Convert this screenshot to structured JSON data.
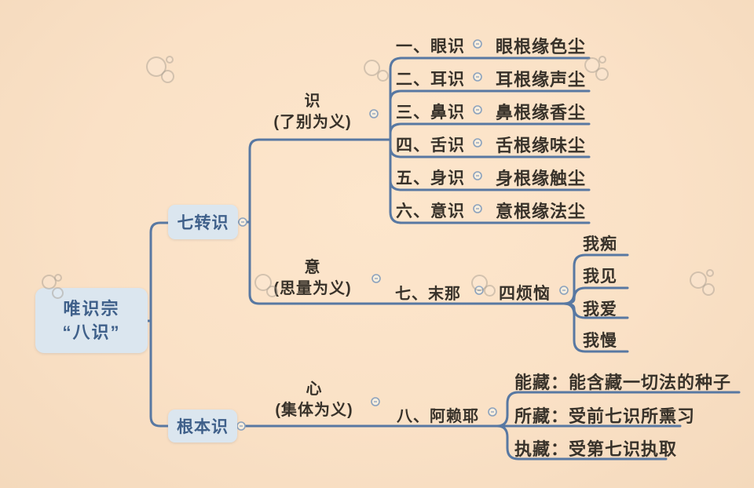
{
  "colors": {
    "background": "#fae1c6",
    "line": "#5878a2",
    "node_box_fill": "#dbe6ef",
    "node_box_text": "#3f608a",
    "text": "#38322a"
  },
  "root": {
    "line1": "唯识宗",
    "line2": "“八识”"
  },
  "branches": {
    "seven": {
      "label": "七转识"
    },
    "base": {
      "label": "根本识"
    }
  },
  "shi": {
    "name": "识",
    "gloss": "(了别为义)",
    "rows": [
      {
        "num": "一、眼识",
        "desc": "眼根缘色尘"
      },
      {
        "num": "二、耳识",
        "desc": "耳根缘声尘"
      },
      {
        "num": "三、鼻识",
        "desc": "鼻根缘香尘"
      },
      {
        "num": "四、舌识",
        "desc": "舌根缘味尘"
      },
      {
        "num": "五、身识",
        "desc": "身根缘触尘"
      },
      {
        "num": "六、意识",
        "desc": "意根缘法尘"
      }
    ]
  },
  "yi": {
    "name": "意",
    "gloss": "(思量为义)",
    "seventh": "七、末那",
    "klesha_label": "四烦恼",
    "kleshas": [
      "我痴",
      "我见",
      "我爱",
      "我慢"
    ]
  },
  "xin": {
    "name": "心",
    "gloss": "(集体为义)",
    "eighth": "八、阿赖耶",
    "aspects": [
      "能藏：能含藏一切法的种子",
      "所藏：受前七识所熏习",
      "执藏：受第七识执取"
    ]
  }
}
